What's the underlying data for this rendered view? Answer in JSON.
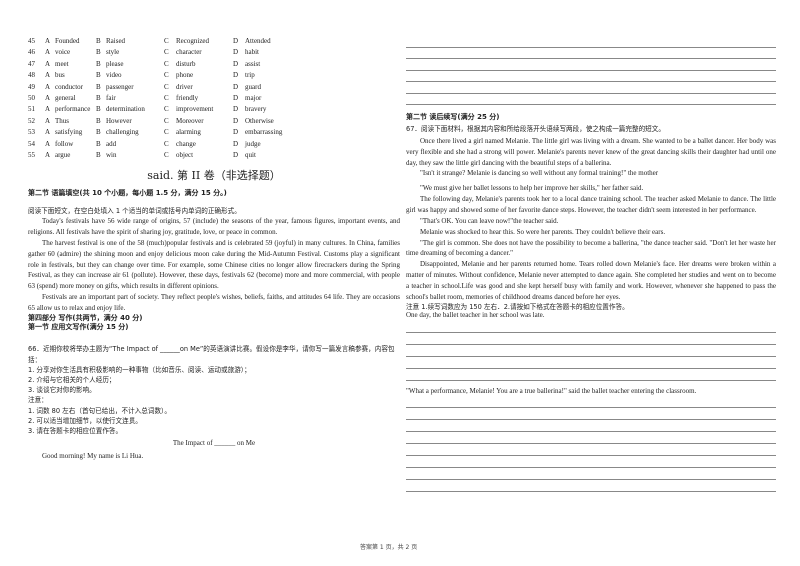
{
  "options": [
    {
      "num": "45",
      "a": "Founded",
      "b": "Raised",
      "c": "Recognized",
      "d": "Attended"
    },
    {
      "num": "46",
      "a": "voice",
      "b": "style",
      "c": "character",
      "d": "habit"
    },
    {
      "num": "47",
      "a": "meet",
      "b": "please",
      "c": "disturb",
      "d": "assist"
    },
    {
      "num": "48",
      "a": "bus",
      "b": "video",
      "c": "phone",
      "d": "trip"
    },
    {
      "num": "49",
      "a": "conductor",
      "b": "passenger",
      "c": "driver",
      "d": "guard"
    },
    {
      "num": "50",
      "a": "general",
      "b": "fair",
      "c": "friendly",
      "d": "major"
    },
    {
      "num": "51",
      "a": "performance",
      "b": "determination",
      "c": "improvement",
      "d": "bravery"
    },
    {
      "num": "52",
      "a": "Thus",
      "b": "However",
      "c": "Moreover",
      "d": "Otherwise"
    },
    {
      "num": "53",
      "a": "satisfying",
      "b": "challenging",
      "c": "alarming",
      "d": "embarrassing"
    },
    {
      "num": "54",
      "a": "follow",
      "b": "add",
      "c": "change",
      "d": "judge"
    },
    {
      "num": "55",
      "a": "argue",
      "b": "win",
      "c": "object",
      "d": "quit"
    }
  ],
  "letters": {
    "a": "A",
    "b": "B",
    "c": "C",
    "d": "D"
  },
  "volume_title": "said. 第 II 卷（非选择题）",
  "sec2_title": "第二节  语篇填空(共 10 个小题，每小题 1.5 分，满分 15 分。)",
  "sec2_instr": "阅读下面短文，在空白处填入 1 个适当的单词或括号内单词的正确形式。",
  "cloze": [
    "Today's festivals have        56        wide range of origins,        57        (include) the seasons of the year, famous figures, important events, and religions. All festivals have the spirit of sharing joy, gratitude, love, or peace in common.",
    "The harvest festival is one of the        58        (much)popular festivals and is celebrated        59        (joyful) in many cultures. In China, families gather        60        (admire) the shining moon and enjoy delicious moon cake during the Mid-Autumn Festival. Customs play a significant role in festivals, but they can change over time. For example, some Chinese cities no longer allow firecrackers during the Spring Festival, as they can increase air        61        (pollute). However, these days, festivals        62        (become) more and more commercial, with people        63        (spend) more money on gifts, which results in different opinions.",
    "Festivals are an important part of society. They reflect people's wishes, beliefs, faiths, and attitudes        64        life. They are occasions        65        allow us to relax and enjoy life."
  ],
  "part4_title": "第四部分  写作(共两节，满分 40 分)",
  "sec1_title": "第一节  应用文写作(满分 15 分)",
  "task66": "66．近期你校将举办主题为“The Impact of ______on Me”的英语演讲比赛。假设你是李华，请你写一篇发言稿参赛，内容包括：",
  "task66_points": [
    "1. 分享对你生活具有积极影响的一种事物（比如音乐、阅读、运动或旅游）；",
    "2. 介绍与它相关的个人经历；",
    "3. 谈谈它对你的影响。"
  ],
  "note_label": "注意：",
  "notes": [
    "1. 词数 80 左右（首句已给出，不计入总词数）。",
    "2. 可以适当增加细节，以使行文连贯。",
    "3. 请在答题卡的相应位置作答。"
  ],
  "speech_title": "The Impact of ______ on Me",
  "speech_open": "Good morning! My name is Li Hua.",
  "sec2w_title": "第二节  读后续写(满分 25 分)",
  "task67": "67．阅读下面材料，根据其内容和所给段落开头语续写两段，使之构成一篇完整的短文。",
  "story": [
    "Once there lived a girl named Melanie. The little girl was living with a dream. She wanted to be a ballet dancer. Her body was very flexible and she had a strong will power. Melanie's parents never knew of the great dancing skills their daughter had until one day, they saw the little girl dancing with the beautiful steps of a ballerina.",
    "\"Isn't it strange? Melanie is dancing so well without any formal training!\" the mother",
    "\"We must give her ballet lessons to help her improve her skills,\" her father said.",
    "The following day, Melanie's parents took her to a local dance training school. The teacher asked Melanie to dance. The little girl was happy and showed some of her favorite dance steps. However, the teacher didn't seem interested in her performance.",
    "\"That's OK. You can leave now!\"the teacher said.",
    "Melanie was shocked to hear this. So were her parents. They couldn't believe their ears.",
    "\"The girl is common. She does not have the possibility to become a ballerina, \"the dance teacher said. \"Don't let her waste her time dreaming of becoming a dancer.\"",
    "Disappointed, Melanie and her parents returned home. Tears rolled down Melanie's face. Her dreams were broken within a matter of minutes. Without confidence, Melanie never attempted to dance again. She completed her studies and went on to become a teacher in school.Life was good and she kept herself busy with family and work. However, whenever she happened to pass the school's ballet room, memories of childhood dreams danced before her eyes."
  ],
  "attention": "注意     1.续写词数应为 150 左右．2.请按如下格式在答题卡的相应位置作答。",
  "para1_start": "One day, the ballet teacher in her school was late.",
  "para2_start": "\"What a performance, Melanie! You are a true ballerina!\" said the ballet teacher entering the classroom.",
  "footer": "答案第 1 页，共 2 页"
}
